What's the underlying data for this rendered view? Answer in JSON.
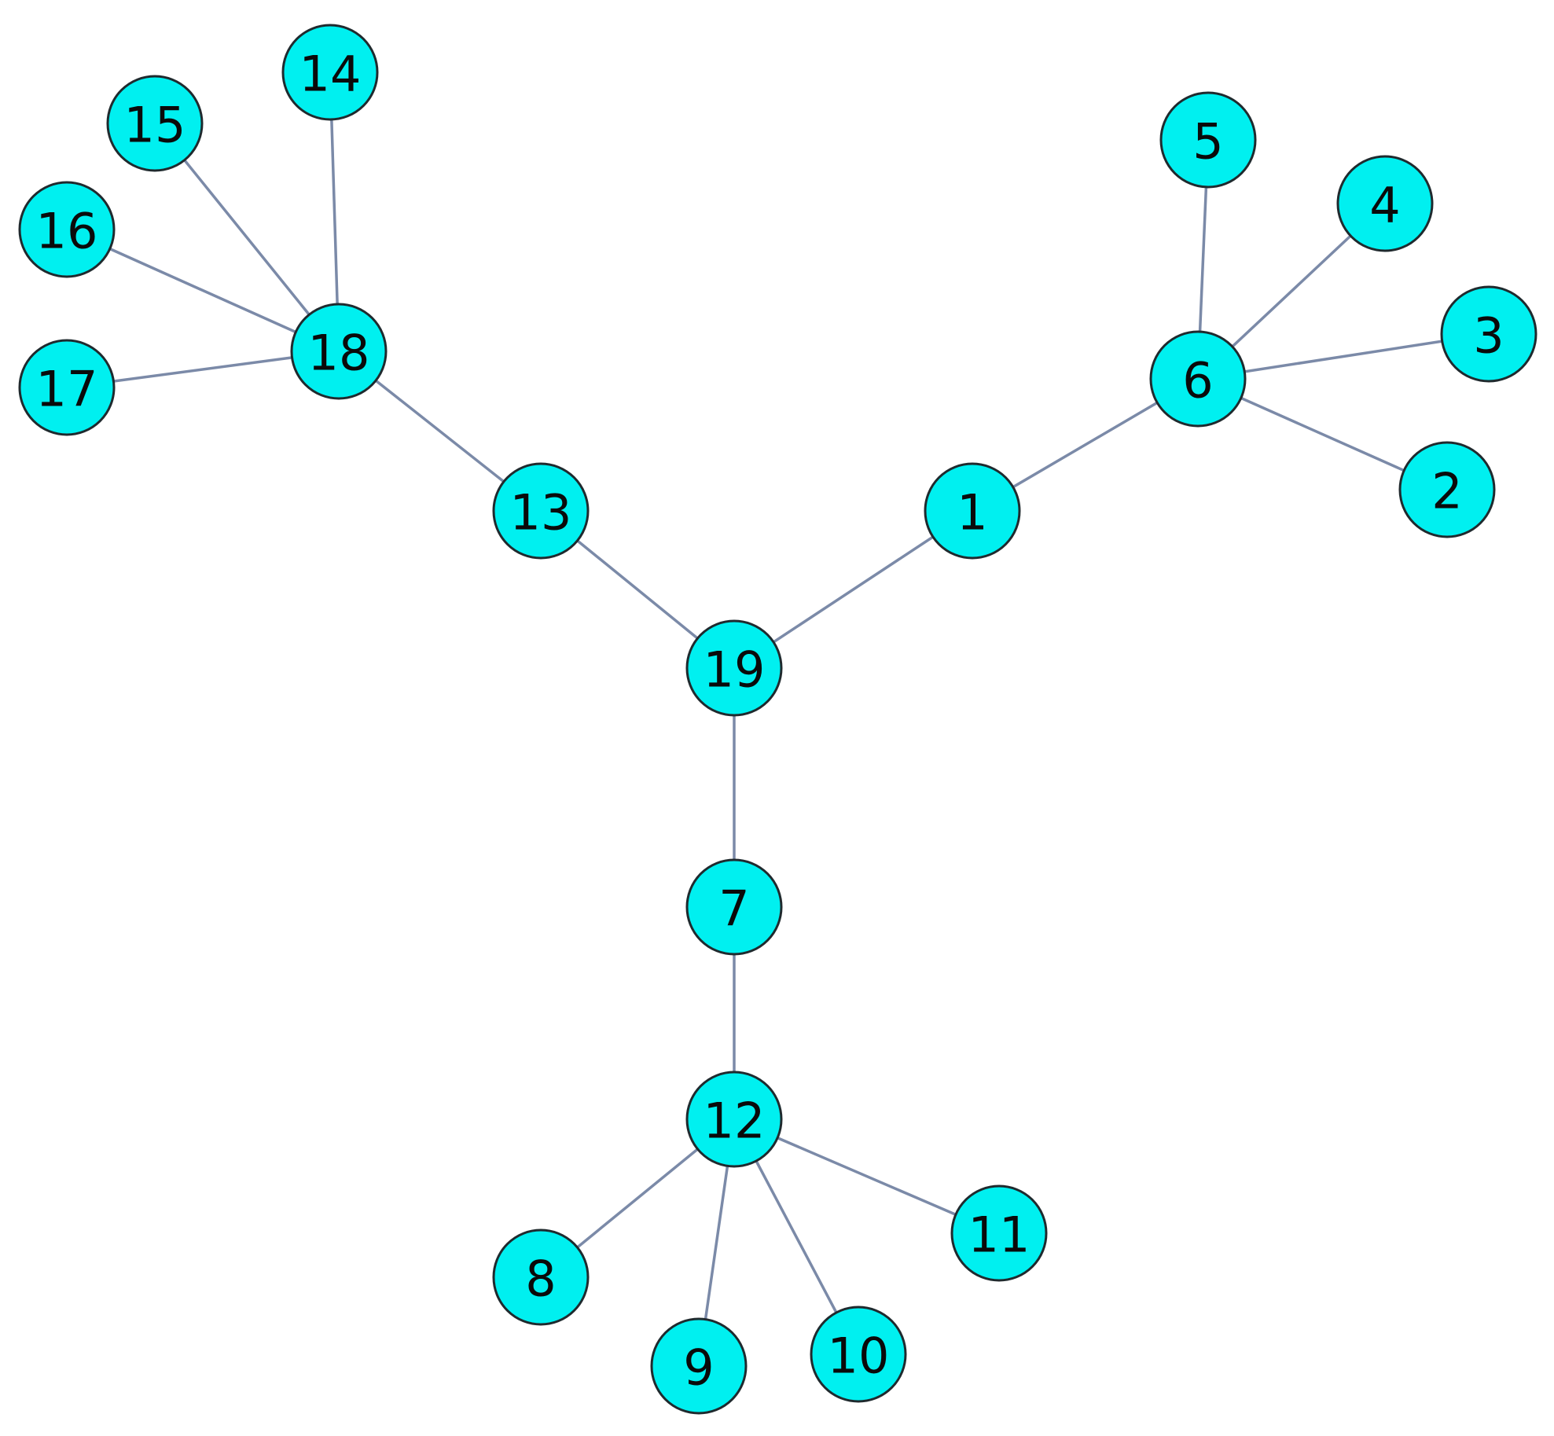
{
  "diagram": {
    "type": "tree-graph",
    "colors": {
      "node_fill": "#00f0f0",
      "node_stroke": "#1f2a2e",
      "edge": "#7b8aa8",
      "label": "#0a0a0a"
    },
    "nodes": [
      {
        "id": "1",
        "label": "1"
      },
      {
        "id": "2",
        "label": "2"
      },
      {
        "id": "3",
        "label": "3"
      },
      {
        "id": "4",
        "label": "4"
      },
      {
        "id": "5",
        "label": "5"
      },
      {
        "id": "6",
        "label": "6"
      },
      {
        "id": "7",
        "label": "7"
      },
      {
        "id": "8",
        "label": "8"
      },
      {
        "id": "9",
        "label": "9"
      },
      {
        "id": "10",
        "label": "10"
      },
      {
        "id": "11",
        "label": "11"
      },
      {
        "id": "12",
        "label": "12"
      },
      {
        "id": "13",
        "label": "13"
      },
      {
        "id": "14",
        "label": "14"
      },
      {
        "id": "15",
        "label": "15"
      },
      {
        "id": "16",
        "label": "16"
      },
      {
        "id": "17",
        "label": "17"
      },
      {
        "id": "18",
        "label": "18"
      },
      {
        "id": "19",
        "label": "19"
      }
    ],
    "edges": [
      [
        "19",
        "13"
      ],
      [
        "19",
        "1"
      ],
      [
        "19",
        "7"
      ],
      [
        "13",
        "18"
      ],
      [
        "18",
        "14"
      ],
      [
        "18",
        "15"
      ],
      [
        "18",
        "16"
      ],
      [
        "18",
        "17"
      ],
      [
        "1",
        "6"
      ],
      [
        "6",
        "5"
      ],
      [
        "6",
        "4"
      ],
      [
        "6",
        "3"
      ],
      [
        "6",
        "2"
      ],
      [
        "7",
        "12"
      ],
      [
        "12",
        "8"
      ],
      [
        "12",
        "9"
      ],
      [
        "12",
        "10"
      ],
      [
        "12",
        "11"
      ]
    ]
  }
}
